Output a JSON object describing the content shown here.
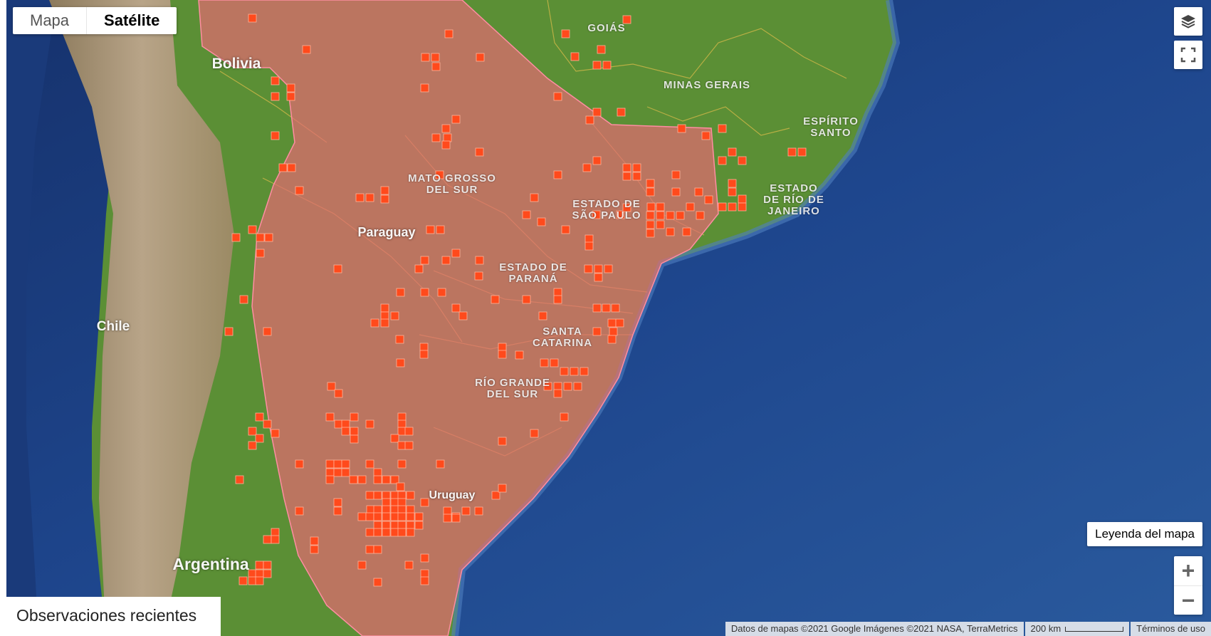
{
  "map_type": {
    "map_label": "Mapa",
    "satellite_label": "Satélite",
    "selected": "Satélite"
  },
  "labels": {
    "goias": "GOIÁS",
    "minas": "MINAS GERAIS",
    "espirito": "ESPÍRITO\nSANTO",
    "mato": "MATO GROSSO\nDEL SUR",
    "saopaulo": "ESTADO DE\nSÃO PAULO",
    "rio": "ESTADO\nDE RÍO DE\nJANEIRO",
    "parana": "ESTADO DE\nPARANÁ",
    "santa": "SANTA\nCATARINA",
    "riogrande": "RÍO GRANDE\nDEL SUR",
    "bolivia": "Bolivia",
    "paraguay": "Paraguay",
    "chile": "Chile",
    "argentina": "Argentina",
    "uruguay": "Uruguay"
  },
  "controls": {
    "layers_icon": "layers-icon",
    "fullscreen_icon": "fullscreen-icon",
    "legend_label": "Leyenda del mapa",
    "zoom_in": "+",
    "zoom_out": "−"
  },
  "recent_label": "Observaciones recientes",
  "attribution": {
    "data": "Datos de mapas ©2021 Google Imágenes ©2021 NASA, TerraMetrics",
    "scale": "200 km",
    "terms": "Términos de uso"
  },
  "colors": {
    "ocean": "#1d3f82",
    "land": "#4e8a2e",
    "range": "#e46a73",
    "obs": "#ff4a1c"
  }
}
